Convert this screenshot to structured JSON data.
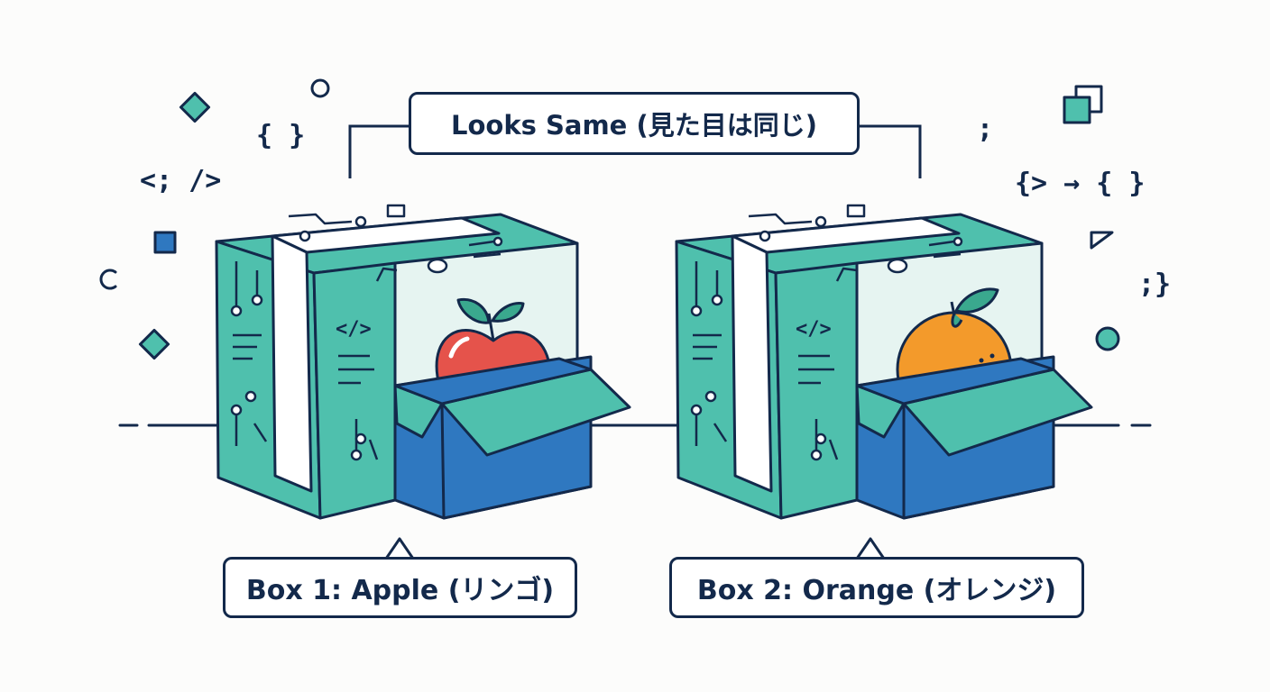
{
  "callouts": {
    "top": "Looks Same (見た目は同じ)",
    "box1": "Box 1: Apple (リンゴ)",
    "box2": "Box 2: Orange (オレンジ)"
  },
  "decorations": {
    "braces": "{ }",
    "tag": "<; />",
    "semicolon": ";",
    "arrow_code": "{> → { }",
    "semi_brace": ";}",
    "code_tag": "</>"
  },
  "icons": [
    "diamond-icon",
    "circle-icon",
    "square-icon",
    "ring-icon",
    "copy-icon",
    "corner-icon",
    "apple-icon",
    "orange-icon",
    "code-tag-icon"
  ],
  "colors": {
    "navy": "#13294b",
    "teal": "#4fc0ad",
    "teal_light": "#e6f4f1",
    "blue": "#2f78c0",
    "apple_red": "#e5534b",
    "orange": "#f39a2b",
    "leaf": "#3aa88e"
  }
}
